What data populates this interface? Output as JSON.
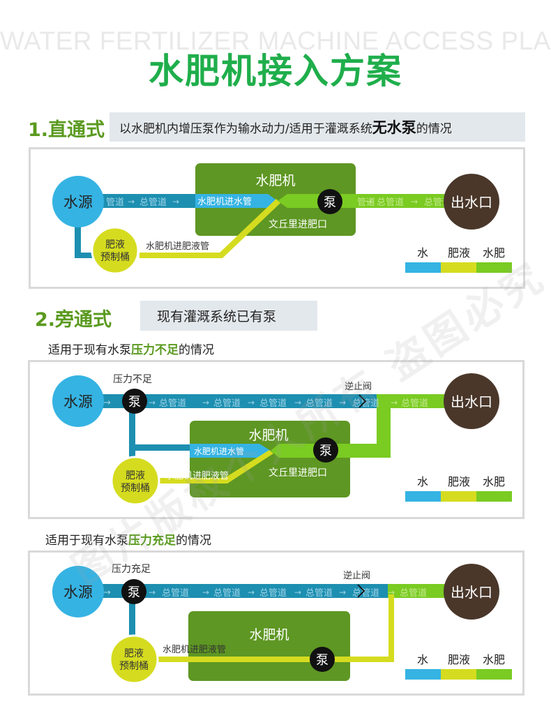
{
  "header": {
    "bg_title": "WATER FERTILIZER MACHINE ACCESS PLAN",
    "title": "水肥机接入方案"
  },
  "colors": {
    "water": "#35b3e3",
    "pipe": "#1d8fb0",
    "fert": "#d5dc1f",
    "mix": "#7acb22",
    "machine": "#5e9723",
    "outlet": "#4a372a",
    "title_green": "#1fae4b",
    "section_green": "#5a9a1f"
  },
  "section1": {
    "title": "1.直通式",
    "desc_pre": "以水肥机内增压泵作为输水动力/适用于灌溉系统",
    "desc_bold": "无水泵",
    "desc_post": "的情况"
  },
  "section2": {
    "title": "2.旁通式",
    "desc": "现有灌溉系统已有泵",
    "note1_pre": "适用于现有水泵",
    "note1_bold": "压力不足",
    "note1_post": "的情况",
    "note2_pre": "适用于现有水泵",
    "note2_bold": "压力充足",
    "note2_post": "的情况"
  },
  "labels": {
    "water_source": "水源",
    "outlet": "出水口",
    "machine": "水肥机",
    "pump": "泵",
    "tank_line1": "肥液",
    "tank_line2": "预制桶",
    "pipe_text": "总管道",
    "pipe_text_clipped": "管道",
    "machine_inlet": "水肥机进水管",
    "fert_inlet": "水肥机进肥液管",
    "venturi": "文丘里进肥口",
    "check_valve": "逆止阀",
    "pressure_low": "压力不足",
    "pressure_ok": "压力充足"
  },
  "legend": [
    "水",
    "肥液",
    "水肥"
  ],
  "watermark": "图片版权个人所有 盗图必究"
}
